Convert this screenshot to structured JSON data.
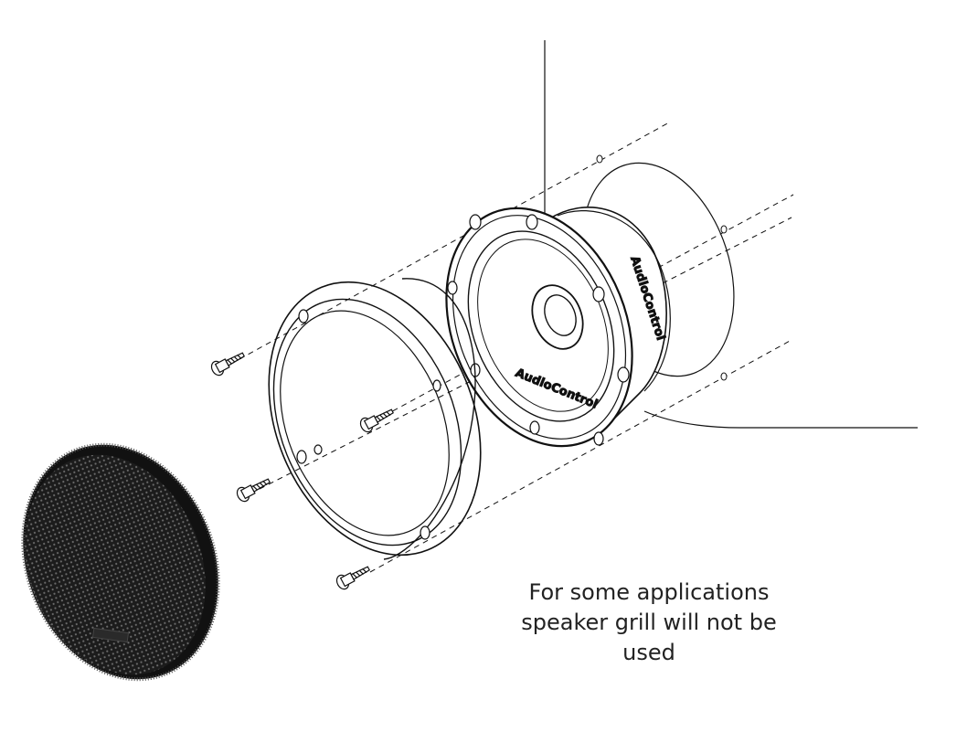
{
  "note": {
    "line1": "For some applications",
    "line2": "speaker grill will not be",
    "line3": "used"
  },
  "speaker": {
    "brand_front": "AudioControl",
    "brand_side": "AudioControl"
  },
  "parts": {
    "screw_count": 4,
    "icons": [
      "grill",
      "mounting-ring",
      "speaker",
      "screw"
    ]
  },
  "colors": {
    "line": "#111111",
    "grill": "#2a2a2a"
  }
}
